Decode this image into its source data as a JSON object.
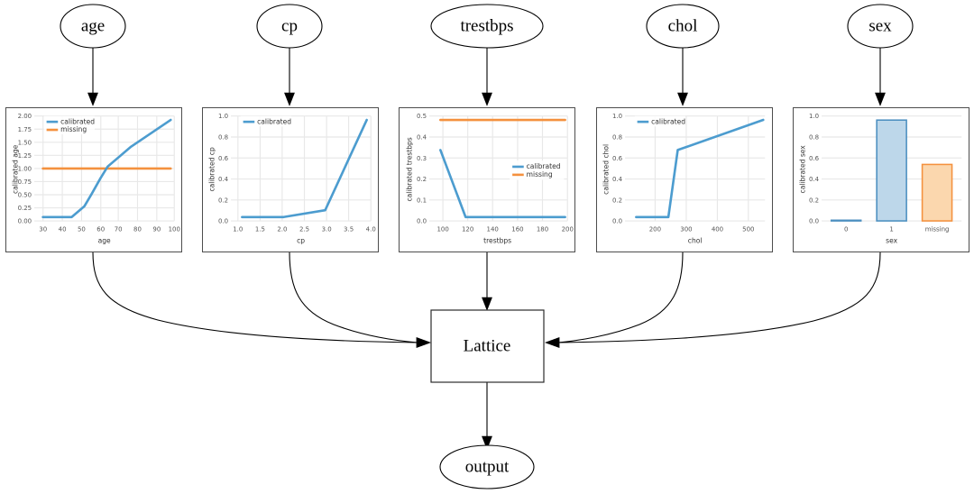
{
  "colors": {
    "calibrated": "#4c9ccf",
    "missing": "#f4913e",
    "bar_blue_fill": "#bdd7ea",
    "bar_blue_edge": "#4c8fc0",
    "bar_orange_fill": "#fbd7ae",
    "bar_orange_edge": "#f4913e",
    "edge": "#000000",
    "panel_border": "#4d4d4d"
  },
  "graph": {
    "input_nodes": [
      {
        "id": "age",
        "label": "age"
      },
      {
        "id": "cp",
        "label": "cp"
      },
      {
        "id": "trestbps",
        "label": "trestbps"
      },
      {
        "id": "chol",
        "label": "chol"
      },
      {
        "id": "sex",
        "label": "sex"
      }
    ],
    "lattice_node": {
      "label": "Lattice"
    },
    "output_node": {
      "label": "output"
    }
  },
  "legend_labels": {
    "calibrated": "calibrated",
    "missing": "missing"
  },
  "chart_data": [
    {
      "id": "age",
      "type": "line",
      "title": "",
      "xlabel": "age",
      "ylabel": "calibrated age",
      "xlim": [
        28,
        102
      ],
      "ylim": [
        -0.08,
        2.08
      ],
      "xticks": [
        30,
        40,
        50,
        60,
        70,
        80,
        90,
        100
      ],
      "yticks": [
        0.0,
        0.25,
        0.5,
        0.75,
        1.0,
        1.25,
        1.5,
        1.75,
        2.0
      ],
      "ytick_labels": [
        "0.00",
        "0.25",
        "0.50",
        "0.75",
        "1.00",
        "1.25",
        "1.50",
        "1.75",
        "2.00"
      ],
      "xtick_labels": [
        "30",
        "40",
        "50",
        "60",
        "70",
        "80",
        "90",
        "100"
      ],
      "legend_position": "upper left",
      "grid": true,
      "series": [
        {
          "name": "calibrated",
          "color": "#4c9ccf",
          "x": [
            29,
            45,
            52,
            56,
            61,
            65,
            78,
            100
          ],
          "y": [
            0.0,
            0.0,
            0.22,
            0.47,
            0.8,
            1.04,
            1.45,
            2.0
          ]
        },
        {
          "name": "missing",
          "color": "#f4913e",
          "x": [
            29,
            100
          ],
          "y": [
            1.0,
            1.0
          ]
        }
      ]
    },
    {
      "id": "cp",
      "type": "line",
      "title": "",
      "xlabel": "cp",
      "ylabel": "calibrated cp",
      "xlim": [
        0.9,
        4.1
      ],
      "ylim": [
        -0.04,
        1.04
      ],
      "xticks": [
        1.0,
        1.5,
        2.0,
        2.5,
        3.0,
        3.5,
        4.0
      ],
      "yticks": [
        0.0,
        0.2,
        0.4,
        0.6,
        0.8,
        1.0
      ],
      "ytick_labels": [
        "0.0",
        "0.2",
        "0.4",
        "0.6",
        "0.8",
        "1.0"
      ],
      "xtick_labels": [
        "1.0",
        "1.5",
        "2.0",
        "2.5",
        "3.0",
        "3.5",
        "4.0"
      ],
      "legend_position": "upper left",
      "grid": true,
      "series": [
        {
          "name": "calibrated",
          "color": "#4c9ccf",
          "x": [
            1.0,
            2.0,
            3.0,
            4.0
          ],
          "y": [
            0.0,
            0.0,
            0.07,
            1.0
          ]
        }
      ]
    },
    {
      "id": "trestbps",
      "type": "line",
      "title": "",
      "xlabel": "trestbps",
      "ylabel": "calibrated trestbps",
      "xlim": [
        94,
        202
      ],
      "ylim": [
        -0.02,
        0.52
      ],
      "xticks": [
        100,
        120,
        140,
        160,
        180,
        200
      ],
      "yticks": [
        0.0,
        0.1,
        0.2,
        0.3,
        0.4,
        0.5
      ],
      "ytick_labels": [
        "0.0",
        "0.1",
        "0.2",
        "0.3",
        "0.4",
        "0.5"
      ],
      "xtick_labels": [
        "100",
        "120",
        "140",
        "160",
        "180",
        "200"
      ],
      "legend_position": "center right",
      "grid": true,
      "series": [
        {
          "name": "calibrated",
          "color": "#4c9ccf",
          "x": [
            96,
            117,
            200
          ],
          "y": [
            0.345,
            0.0,
            0.0
          ]
        },
        {
          "name": "missing",
          "color": "#f4913e",
          "x": [
            96,
            200
          ],
          "y": [
            0.5,
            0.5
          ]
        }
      ]
    },
    {
      "id": "chol",
      "type": "line",
      "title": "",
      "xlabel": "chol",
      "ylabel": "calibrated chol",
      "xlim": [
        120,
        570
      ],
      "ylim": [
        -0.04,
        1.04
      ],
      "xticks": [
        200,
        300,
        400,
        500
      ],
      "yticks": [
        0.0,
        0.2,
        0.4,
        0.6,
        0.8,
        1.0
      ],
      "ytick_labels": [
        "0.0",
        "0.2",
        "0.4",
        "0.6",
        "0.8",
        "1.0"
      ],
      "xtick_labels": [
        "200",
        "300",
        "400",
        "500"
      ],
      "legend_position": "upper left",
      "grid": true,
      "series": [
        {
          "name": "calibrated",
          "color": "#4c9ccf",
          "x": [
            130,
            240,
            272,
            564
          ],
          "y": [
            0.0,
            0.0,
            0.69,
            1.0
          ]
        }
      ]
    },
    {
      "id": "sex",
      "type": "bar",
      "title": "",
      "xlabel": "sex",
      "ylabel": "calibrated sex",
      "ylim": [
        0,
        1.04
      ],
      "yticks": [
        0.0,
        0.2,
        0.4,
        0.6,
        0.8,
        1.0
      ],
      "ytick_labels": [
        "0.0",
        "0.2",
        "0.4",
        "0.6",
        "0.8",
        "1.0"
      ],
      "categories": [
        "0",
        "1",
        "missing"
      ],
      "values": [
        0.0,
        1.0,
        0.56
      ],
      "bar_colors": [
        {
          "fill": "#bdd7ea",
          "edge": "#4c8fc0"
        },
        {
          "fill": "#bdd7ea",
          "edge": "#4c8fc0"
        },
        {
          "fill": "#fbd7ae",
          "edge": "#f4913e"
        }
      ],
      "grid": true,
      "legend_position": "none"
    }
  ]
}
